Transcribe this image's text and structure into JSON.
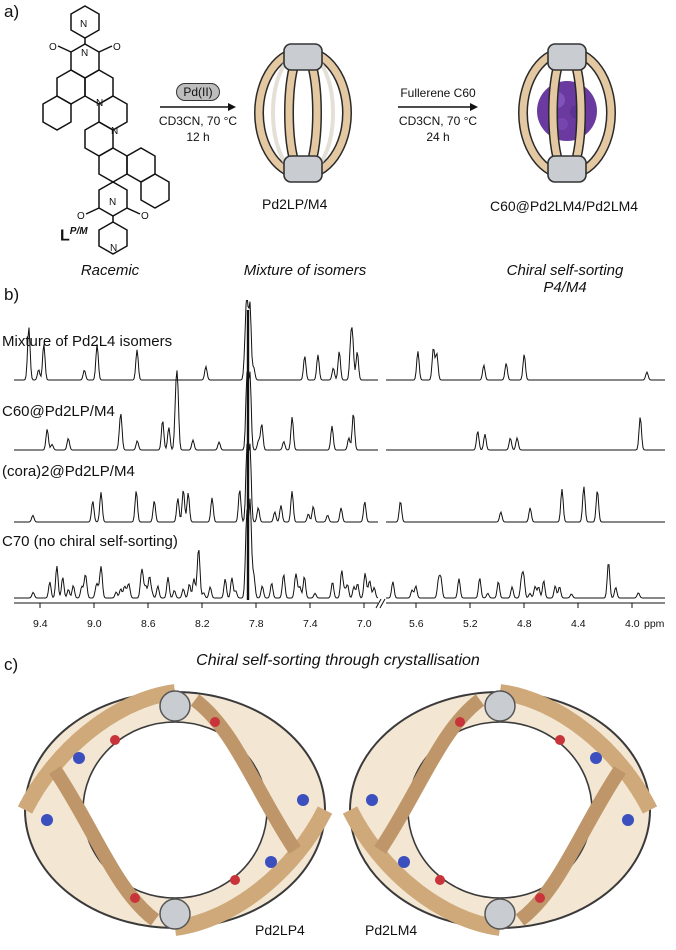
{
  "panels": {
    "a": "a)",
    "b": "b)",
    "c": "c)"
  },
  "scheme": {
    "ligand_label": "L",
    "ligand_sup": "P/M",
    "step1": {
      "reagent": "Pd(II)",
      "solvent": "CD3CN, 70 °C",
      "time": "12 h"
    },
    "step2": {
      "reagent": "Fullerene C60",
      "solvent": "CD3CN, 70 °C",
      "time": "24 h"
    },
    "cage_label": "Pd2LP/M4",
    "product_label": "C60@Pd2LM4/Pd2LM4",
    "captions": {
      "left": "Racemic",
      "middle": "Mixture of isomers",
      "right_line1": "Chiral self-sorting",
      "right_line2": "P4/M4"
    }
  },
  "spectra": {
    "traces": [
      {
        "label": "Mixture of Pd2L4 isomers"
      },
      {
        "label": "C60@Pd2LP/M4"
      },
      {
        "label": "(cora)2@Pd2LP/M4"
      },
      {
        "label": "C70 (no chiral self-sorting)"
      }
    ],
    "axis_unit": "ppm",
    "axis_ticks": [
      "9.4",
      "9.0",
      "8.6",
      "8.2",
      "7.8",
      "7.4",
      "7.0",
      "5.6",
      "5.2",
      "4.8",
      "4.4",
      "4.0"
    ]
  },
  "crystal": {
    "title": "Chiral self-sorting through crystallisation",
    "left_label": "Pd2LP4",
    "right_label": "Pd2LM4"
  },
  "colors": {
    "ligand": "#e3c8a2",
    "nitrogen": "#3b4fbf",
    "oxygen": "#c8343a",
    "palladium": "#c9ccd0",
    "fullerene": "#6a3aa0"
  }
}
